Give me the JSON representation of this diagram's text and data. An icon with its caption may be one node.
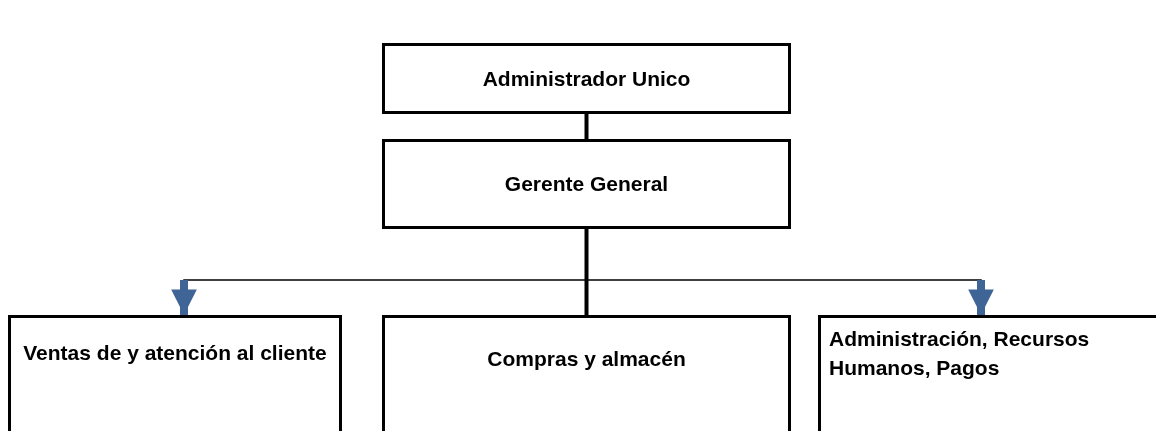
{
  "diagram": {
    "nodes": [
      {
        "text": [
          "Administrador Unico"
        ]
      },
      {
        "text": [
          "Gerente General"
        ]
      },
      {
        "text": [
          "Ventas de y atención al cliente"
        ]
      },
      {
        "text": [
          "Compras y almacén"
        ]
      },
      {
        "text": [
          "Administración, Recursos Humanos, Pagos"
        ]
      }
    ],
    "edges": [
      {
        "from": 0,
        "to": 1,
        "arrow": "none",
        "style": "thick"
      },
      {
        "from": 1,
        "to": 2,
        "arrow": "to"
      },
      {
        "from": 1,
        "to": 3,
        "arrow": "none",
        "style": "thick"
      },
      {
        "from": 1,
        "to": 4,
        "arrow": "to"
      }
    ]
  }
}
